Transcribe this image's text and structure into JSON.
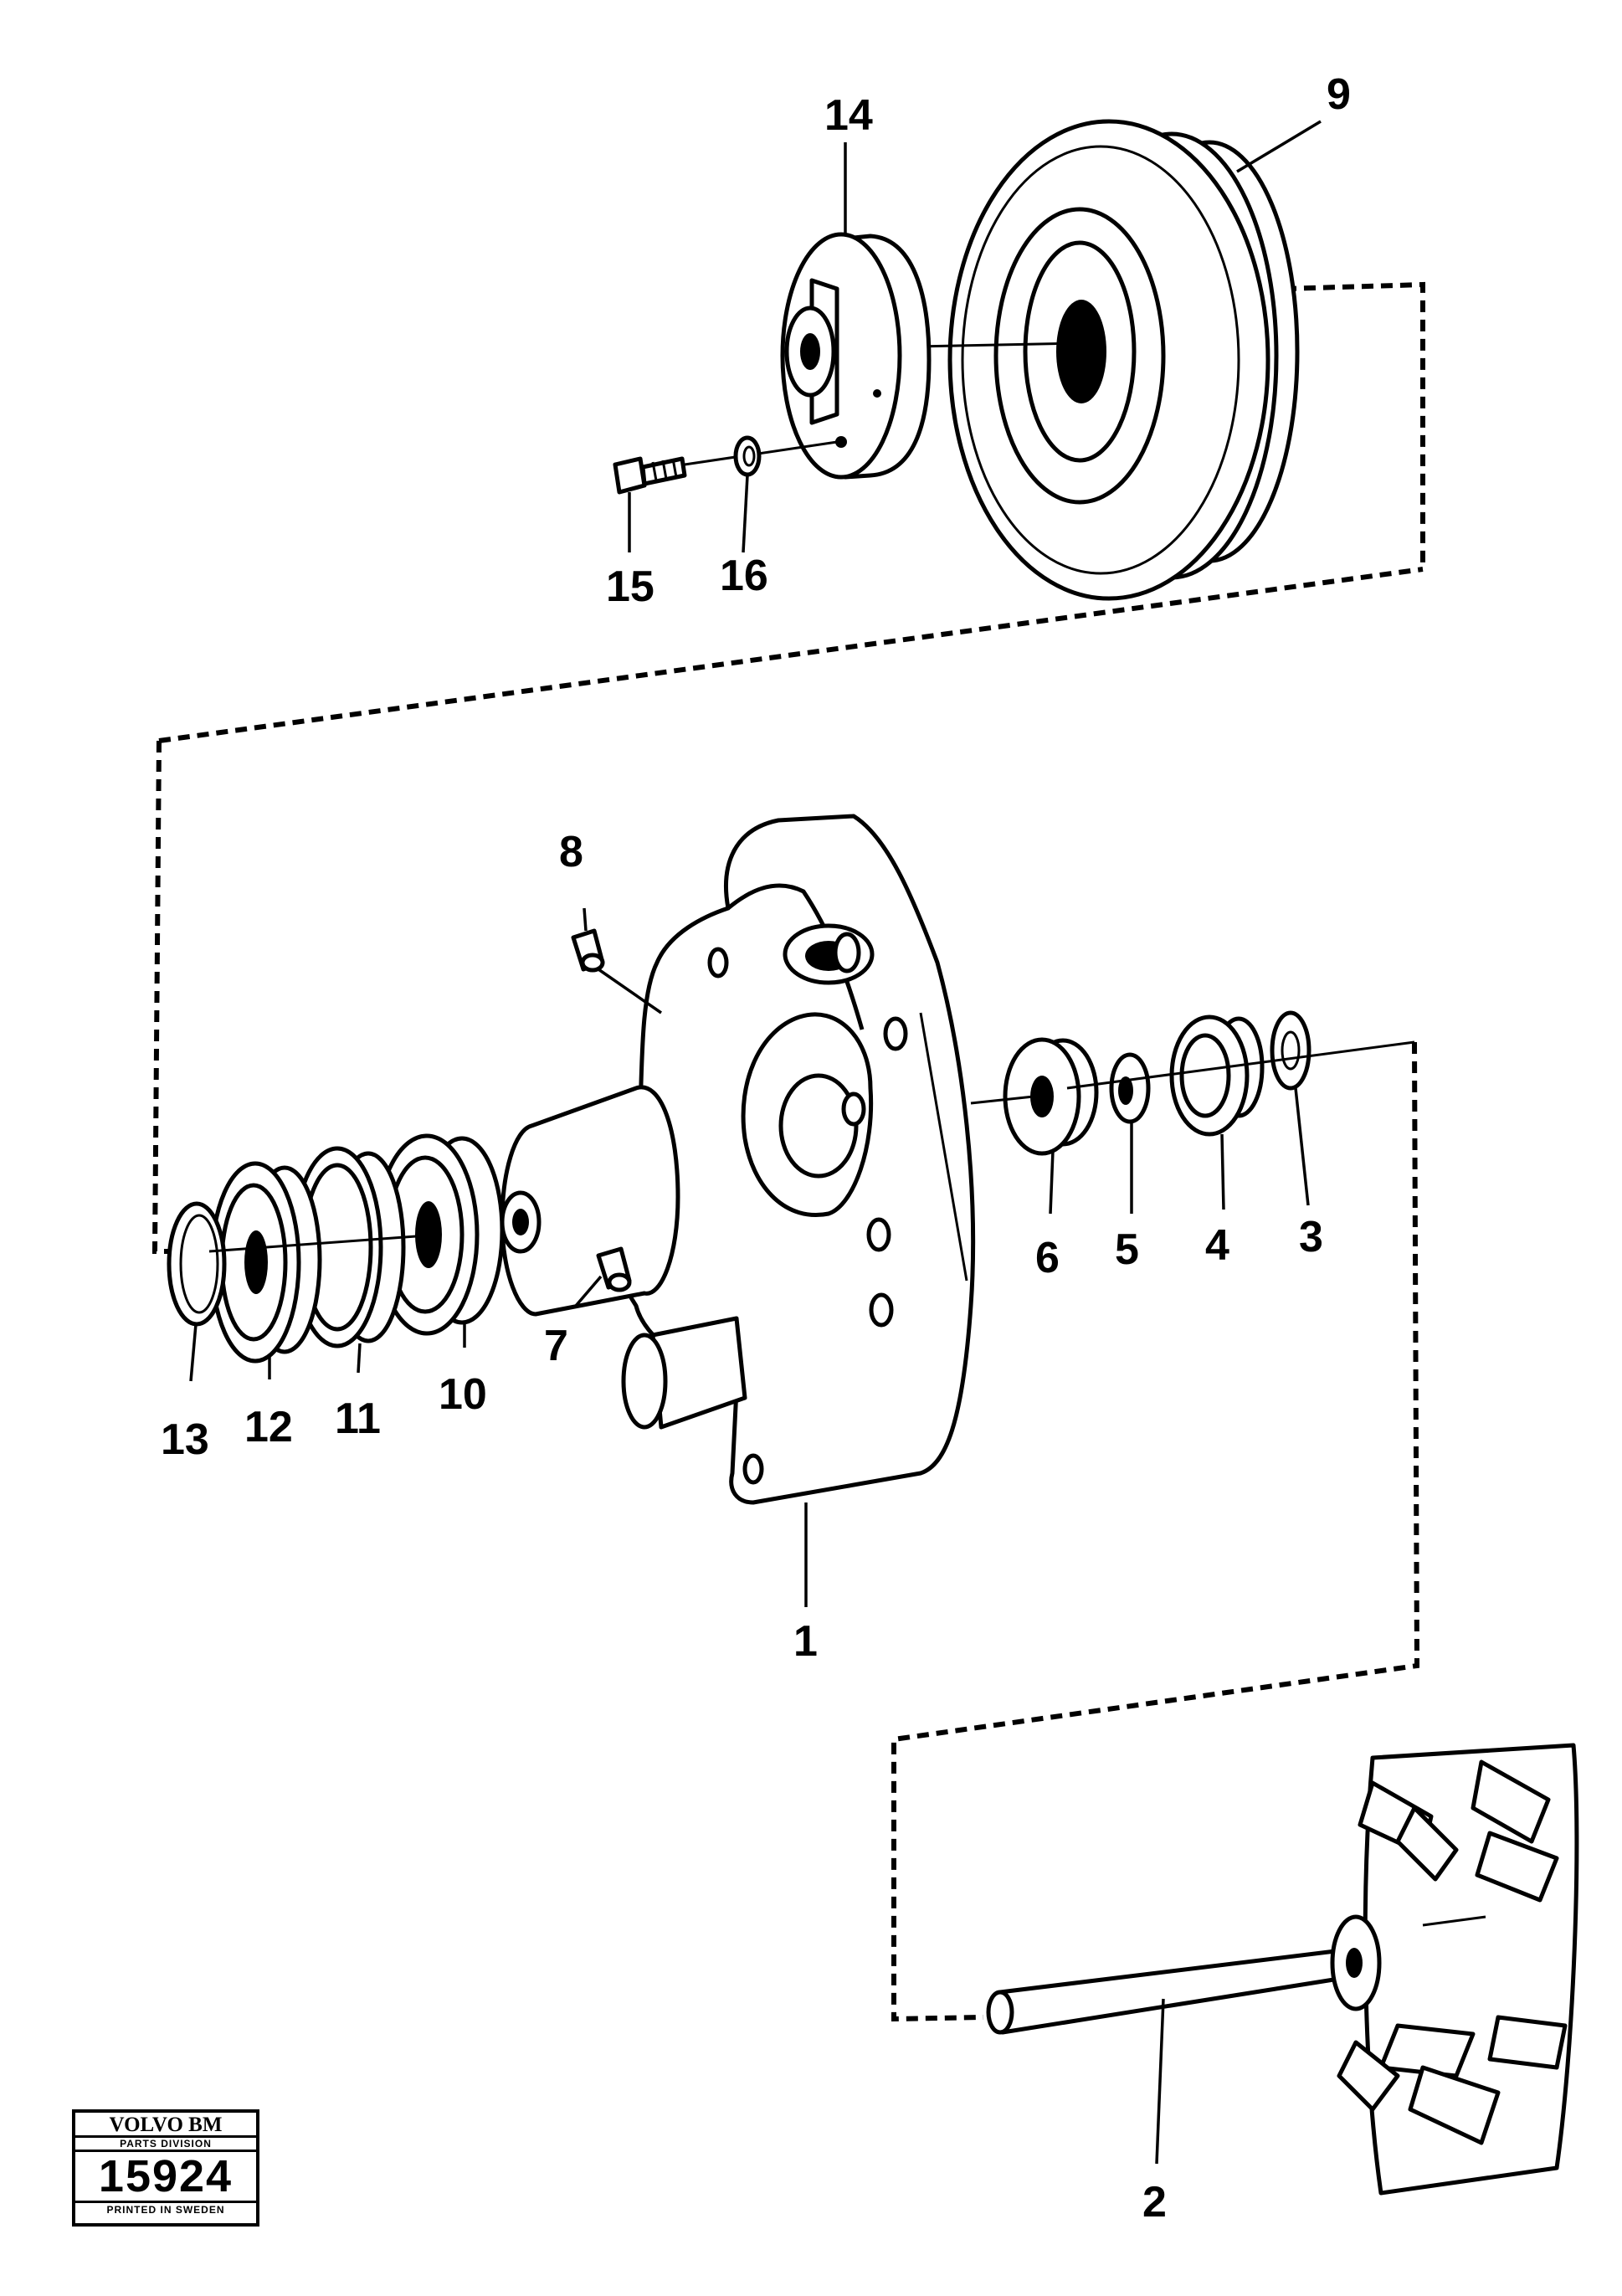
{
  "diagram": {
    "callouts": {
      "c1": "1",
      "c2": "2",
      "c3": "3",
      "c4": "4",
      "c5": "5",
      "c6": "6",
      "c7": "7",
      "c8": "8",
      "c9": "9",
      "c10": "10",
      "c11": "11",
      "c12": "12",
      "c13": "13",
      "c14": "14",
      "c15": "15",
      "c16": "16"
    }
  },
  "stamp": {
    "brand": "VOLVO BM",
    "division": "PARTS DIVISION",
    "number": "15924",
    "printed": "PRINTED IN SWEDEN"
  }
}
